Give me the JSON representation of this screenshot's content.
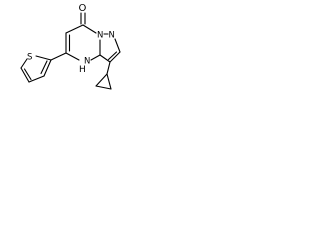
{
  "molecule": {
    "atoms": {
      "carbonyl_oxygen": "O",
      "pyrazole_n1": "N",
      "pyrazole_n2": "N",
      "ring_nh": "N",
      "ring_nh_hydrogen": "H",
      "thiophene_sulfur": "S"
    },
    "colors": {
      "bond": "#000000",
      "label": "#000000",
      "background": "#ffffff"
    }
  }
}
